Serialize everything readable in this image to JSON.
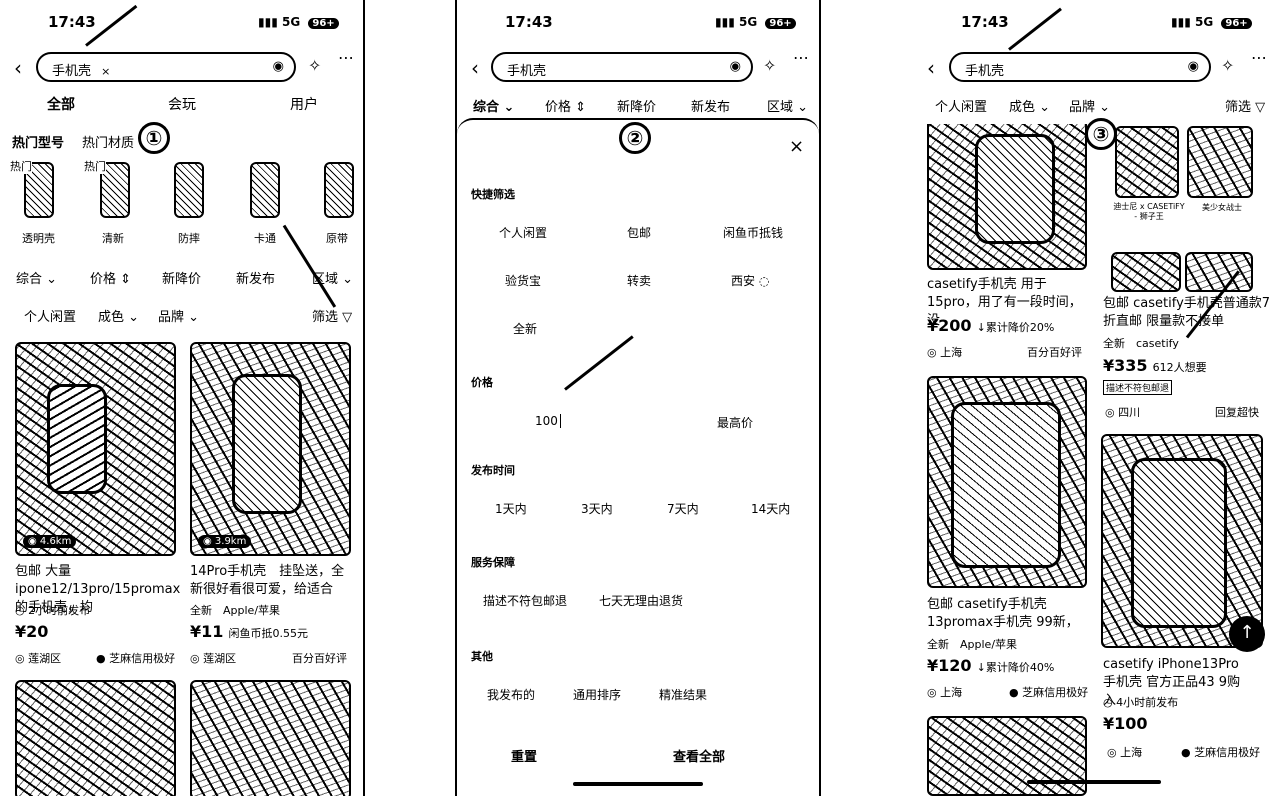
{
  "status": {
    "time": "17:43",
    "signal": "5G",
    "battery": "96+"
  },
  "panel1": {
    "search_text": "手机壳",
    "search_clear": "×",
    "tabs": [
      "全部",
      "会玩",
      "用户"
    ],
    "hot_tabs": [
      "热门型号",
      "热门材质"
    ],
    "categories": [
      "透明壳",
      "清新",
      "防摔",
      "卡通",
      "原带"
    ],
    "category_tags": [
      "热门",
      "热门"
    ],
    "filters": [
      "综合",
      "价格",
      "新降价",
      "新发布",
      "区域"
    ],
    "subfilters": [
      "个人闲置",
      "成色",
      "品牌"
    ],
    "filter_btn": "筛选",
    "marker": "①",
    "items": [
      {
        "distance": "4.6km",
        "title": "包邮 大量ipone12/13pro/15promax的手机壳，均",
        "meta": "2小时前发布",
        "price": "¥20",
        "location": "莲湖区",
        "badge": "芝麻信用极好"
      },
      {
        "distance": "3.9km",
        "title": "14Pro手机壳　挂坠送，全新很好看很可爱，给适合",
        "meta": "全新　Apple/苹果",
        "price": "¥11",
        "price_note": "闲鱼币抵0.55元",
        "location": "莲湖区",
        "badge": "百分百好评"
      }
    ]
  },
  "panel2": {
    "search_text": "手机壳",
    "filters": [
      "综合",
      "价格",
      "新降价",
      "新发布",
      "区域"
    ],
    "marker": "②",
    "close": "×",
    "quick_title": "快捷筛选",
    "quick_options": [
      "个人闲置",
      "包邮",
      "闲鱼币抵钱",
      "验货宝",
      "转卖",
      "西安",
      "全新"
    ],
    "price_title": "价格",
    "price_min": "100",
    "price_max": "最高价",
    "time_title": "发布时间",
    "time_options": [
      "1天内",
      "3天内",
      "7天内",
      "14天内"
    ],
    "service_title": "服务保障",
    "service_options": [
      "描述不符包邮退",
      "七天无理由退货"
    ],
    "other_title": "其他",
    "other_options": [
      "我发布的",
      "通用排序",
      "精准结果"
    ],
    "reset": "重置",
    "view_all": "查看全部"
  },
  "panel3": {
    "search_text": "手机壳",
    "subfilters": [
      "个人闲置",
      "成色",
      "品牌"
    ],
    "filter_btn": "筛选",
    "marker": "③",
    "items": [
      {
        "title": "casetify手机壳 用于15pro，用了有一段时间，没",
        "price": "¥200",
        "price_note": "累计降价20%",
        "location": "上海",
        "badge": "百分百好评"
      },
      {
        "cap1": "迪士尼 x CASETiFY - 狮子王",
        "cap2": "美少女战士",
        "title": "包邮 casetify手机壳普通款7折直邮 限量款不接单",
        "meta": "全新　casetify",
        "price": "¥335",
        "price_note": "612人想要",
        "tag": "描述不符包邮退",
        "location": "四川",
        "badge": "回复超快"
      },
      {
        "title": "包邮 casetify手机壳 13promax手机壳 99新，",
        "meta": "全新　Apple/苹果",
        "price": "¥120",
        "price_note": "累计降价40%",
        "location": "上海",
        "badge": "芝麻信用极好"
      },
      {
        "title": "casetify iPhone13Pro手机壳 官方正品43 9购入",
        "meta": "4小时前发布",
        "price": "¥100",
        "location": "上海",
        "badge": "芝麻信用极好"
      }
    ]
  }
}
